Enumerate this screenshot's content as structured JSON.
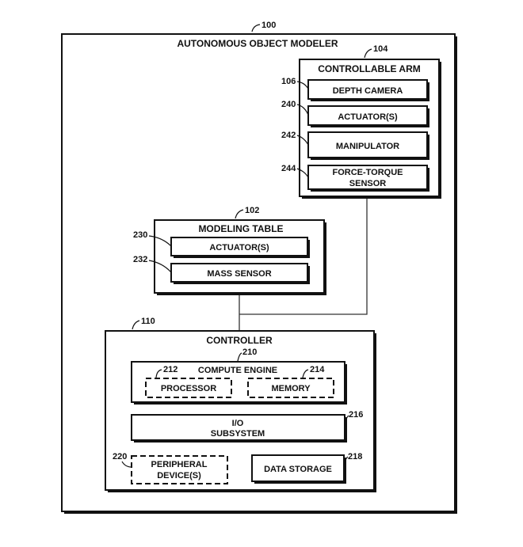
{
  "system": {
    "ref": "100",
    "title": "AUTONOMOUS OBJECT MODELER"
  },
  "arm": {
    "ref": "104",
    "title": "CONTROLLABLE ARM",
    "depth_camera": {
      "ref": "106",
      "label": "DEPTH CAMERA"
    },
    "actuator": {
      "ref": "240",
      "label": "ACTUATOR(S)"
    },
    "manipulator": {
      "ref": "242",
      "label": "MANIPULATOR"
    },
    "force_torque": {
      "ref": "244",
      "line1": "FORCE-TORQUE",
      "line2": "SENSOR"
    }
  },
  "table": {
    "ref": "102",
    "title": "MODELING TABLE",
    "actuator": {
      "ref": "230",
      "label": "ACTUATOR(S)"
    },
    "mass_sensor": {
      "ref": "232",
      "label": "MASS SENSOR"
    }
  },
  "controller": {
    "ref": "110",
    "title": "CONTROLLER",
    "compute_engine": {
      "ref": "210",
      "title": "COMPUTE ENGINE",
      "processor": {
        "ref": "212",
        "label": "PROCESSOR"
      },
      "memory": {
        "ref": "214",
        "label": "MEMORY"
      }
    },
    "io": {
      "ref": "216",
      "line1": "I/O",
      "line2": "SUBSYSTEM"
    },
    "peripheral": {
      "ref": "220",
      "line1": "PERIPHERAL",
      "line2": "DEVICE(S)"
    },
    "data_storage": {
      "ref": "218",
      "label": "DATA STORAGE"
    }
  }
}
